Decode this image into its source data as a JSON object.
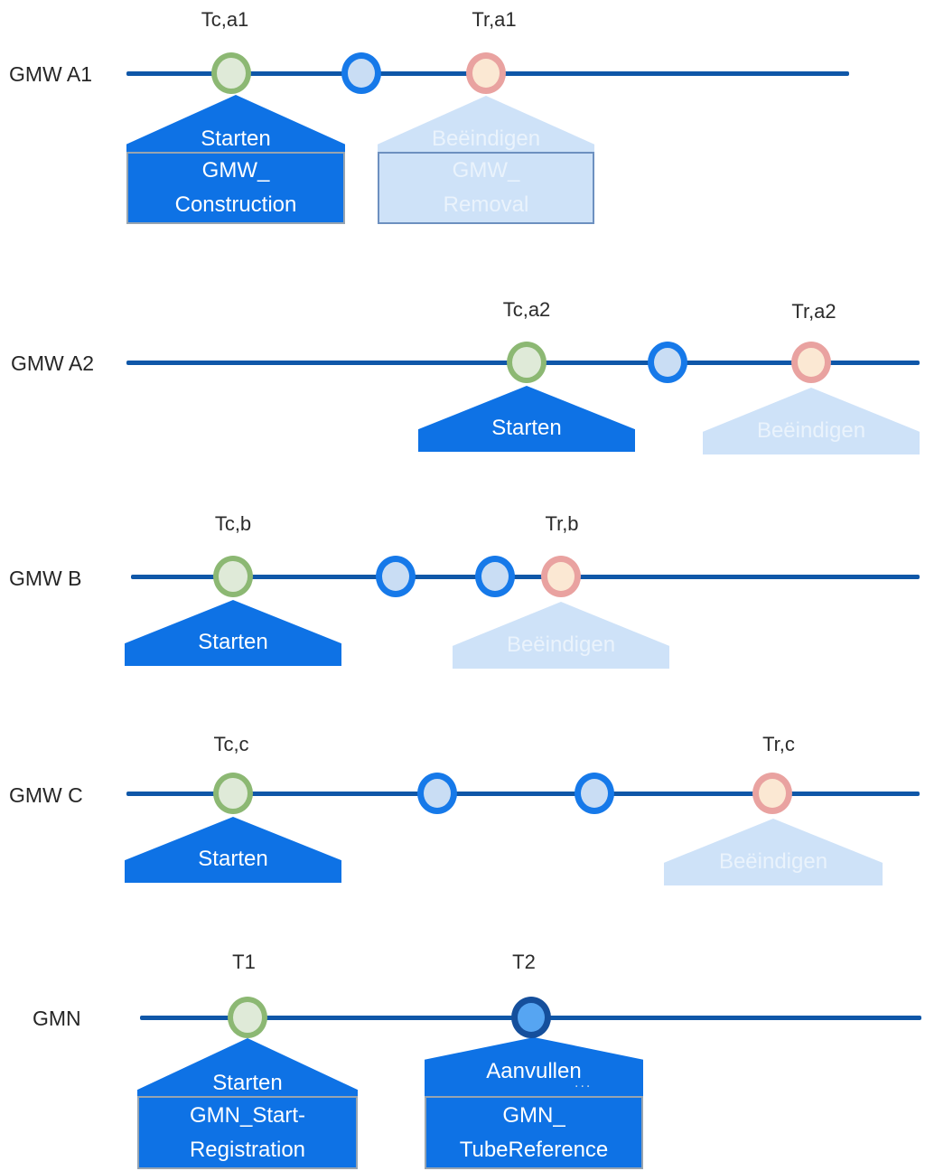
{
  "rows": [
    {
      "label": "GMW A1",
      "ticks": [
        "Tc,a1",
        "Tr,a1"
      ],
      "events": {
        "start": {
          "action": "Starten",
          "document": [
            "GMW_",
            "Construction"
          ]
        },
        "end": {
          "action": "Beëindigen",
          "document": [
            "GMW_",
            "Removal"
          ]
        }
      }
    },
    {
      "label": "GMW A2",
      "ticks": [
        "Tc,a2",
        "Tr,a2"
      ],
      "events": {
        "start": {
          "action": "Starten"
        },
        "end": {
          "action": "Beëindigen"
        }
      }
    },
    {
      "label": "GMW B",
      "ticks": [
        "Tc,b",
        "Tr,b"
      ],
      "events": {
        "start": {
          "action": "Starten"
        },
        "end": {
          "action": "Beëindigen"
        }
      }
    },
    {
      "label": "GMW C",
      "ticks": [
        "Tc,c",
        "Tr,c"
      ],
      "events": {
        "start": {
          "action": "Starten"
        },
        "end": {
          "action": "Beëindigen"
        }
      }
    },
    {
      "label": "GMN",
      "ticks": [
        "T1",
        "T2"
      ],
      "events": {
        "start": {
          "action": "Starten",
          "document": [
            "GMN_Start-",
            "Registration"
          ]
        },
        "end": {
          "action": "Aanvullen",
          "ellipsis": "...",
          "document": [
            "GMN_",
            "TubeReference"
          ]
        }
      }
    }
  ],
  "colors": {
    "timeline": "#0F57A8",
    "dark_callout": "#0E72E5",
    "light_callout": "#CEE2F8",
    "light_text": "#EAF3FC",
    "dark_doc_border": "#97A4B0",
    "light_doc_border": "#6D90C0",
    "green_border": "#8CB873",
    "green_fill": "#DFEAD8",
    "blue_border": "#1679E9",
    "blue_fill": "#C9DDF4",
    "pink_border": "#E9A2A0",
    "pink_fill": "#FBE8D3",
    "navy_border": "#154F9C",
    "navy_fill": "#56A5F2"
  }
}
